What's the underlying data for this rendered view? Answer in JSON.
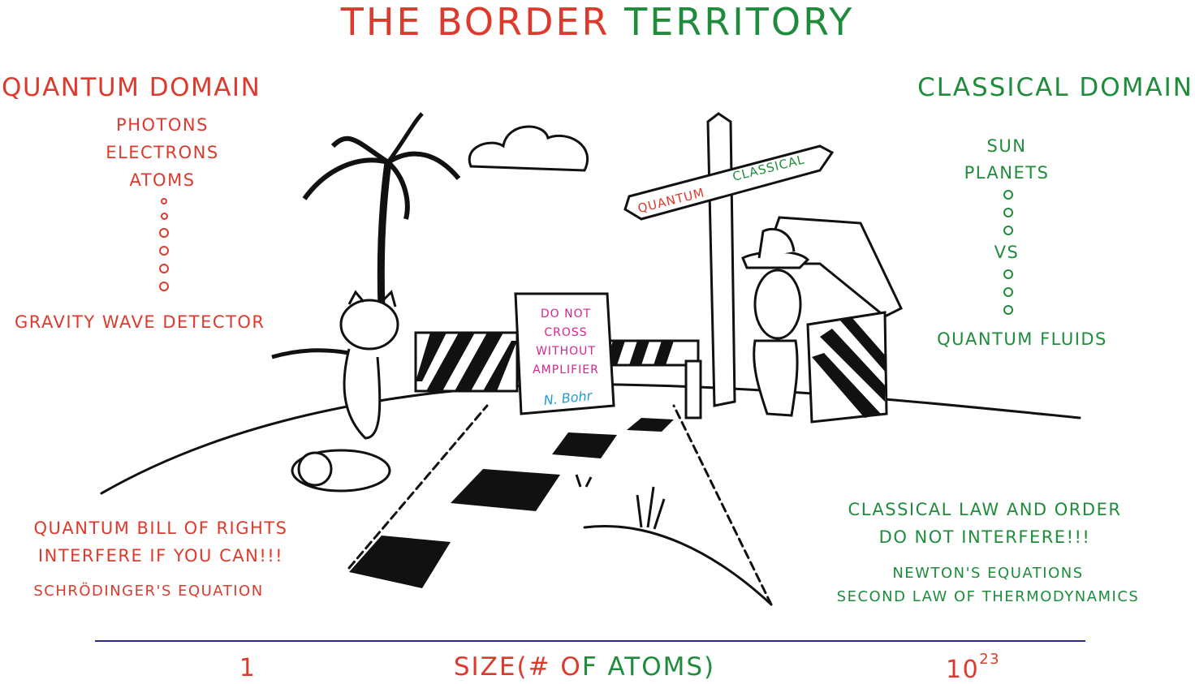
{
  "title": {
    "part1": "THE BORDE",
    "part2": "R",
    "part3": " TERRITORY"
  },
  "colors": {
    "quantum": "#dd3a2e",
    "classical": "#1f8c3c",
    "sign": "#d4268f",
    "signature": "#1e9ad6",
    "axis": "#2b2b8c"
  },
  "quantum": {
    "heading": "QUANTUM DOMAIN",
    "items": [
      "PHOTONS",
      "ELECTRONS",
      "ATOMS"
    ],
    "bottom_item": "GRAVITY WAVE DETECTOR",
    "law_line1": "QUANTUM BILL OF RIGHTS",
    "law_line2": "INTERFERE IF YOU CAN!!!",
    "equation": "SCHRÖDINGER'S EQUATION"
  },
  "classical": {
    "heading": "CLASSICAL DOMAIN",
    "items": [
      "SUN",
      "PLANETS"
    ],
    "vs": "VS",
    "bottom_item": "QUANTUM FLUIDS",
    "law_line1": "CLASSICAL LAW AND ORDER",
    "law_line2": "DO NOT INTERFERE!!!",
    "eq_line1": "NEWTON'S EQUATIONS",
    "eq_line2": "SECOND LAW OF THERMODYNAMICS"
  },
  "signpost": {
    "left": "QUANTUM",
    "right": "CLASSICAL"
  },
  "notice": {
    "lines": [
      "DO NOT",
      "CROSS",
      "WITHOUT",
      "AMPLIFIER"
    ],
    "signature": "N. Bohr"
  },
  "axis": {
    "min_label": "1",
    "label_part1": "SIZE(# O",
    "label_part2": "F ATOMS)",
    "max_base": "10",
    "max_exp": "23"
  },
  "illustration_icons": [
    "palm-tree",
    "cloud",
    "cats",
    "road-barrier",
    "notice-board",
    "signpost",
    "guard",
    "guard-hut",
    "road-path",
    "grass"
  ]
}
